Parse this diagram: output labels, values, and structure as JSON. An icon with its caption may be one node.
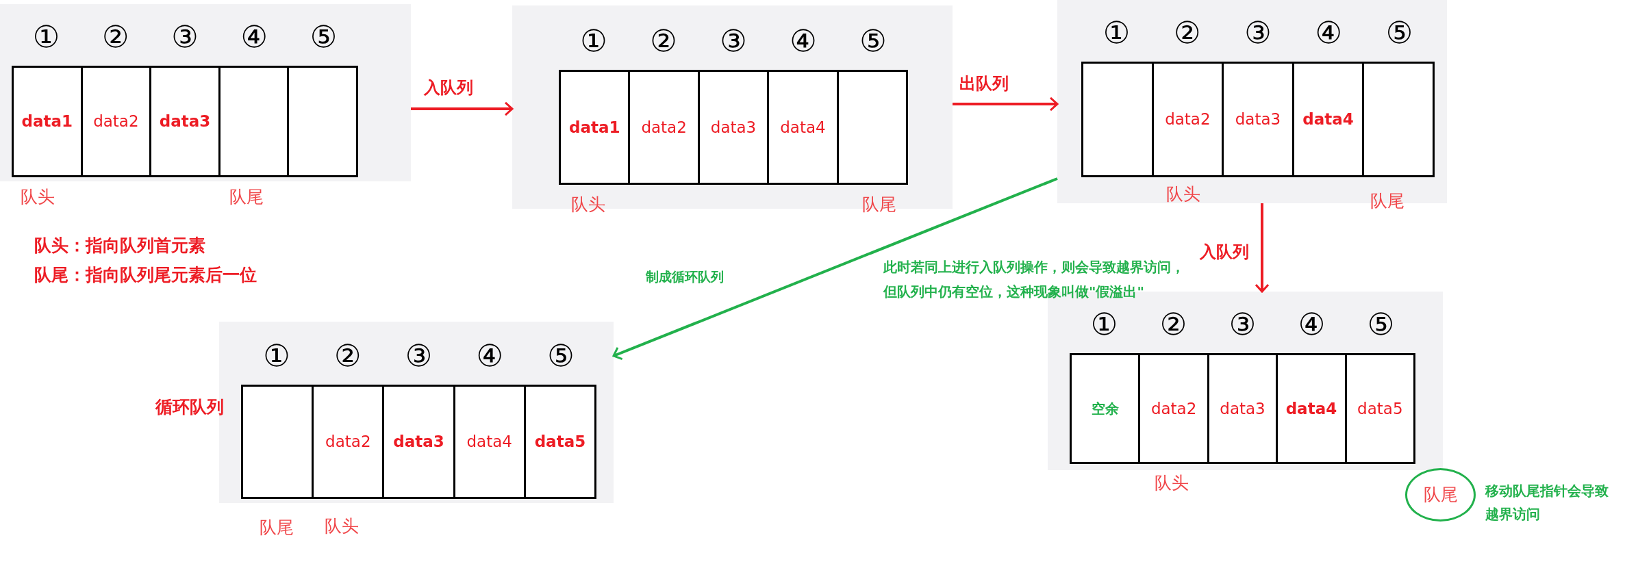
{
  "diagram": {
    "nodes": [
      {
        "text": [],
        "shape": "box"
      },
      {
        "text": [
          "data1"
        ],
        "in": 0
      },
      {
        "text": [
          "data2"
        ],
        "in": 0
      },
      {
        "text": [
          "data3"
        ],
        "in": 0
      },
      {
        "text": [],
        "shape": "box",
        "in": 0
      },
      {
        "text": [],
        "shape": "box",
        "in": 0
      },
      {
        "text": [],
        "shape": "box"
      },
      {
        "text": [
          "data1"
        ],
        "in": 6
      },
      {
        "text": [
          "data2"
        ],
        "in": 6
      },
      {
        "text": [
          "data3"
        ],
        "in": 6
      },
      {
        "text": [
          "data4"
        ],
        "in": 6
      },
      {
        "text": [],
        "shape": "box",
        "in": 6
      },
      {
        "text": [],
        "shape": "box"
      },
      {
        "text": [],
        "shape": "box",
        "in": 12
      },
      {
        "text": [
          "data2"
        ],
        "in": 12
      },
      {
        "text": [
          "data3"
        ],
        "in": 12
      },
      {
        "text": [
          "data4"
        ],
        "in": 12
      },
      {
        "text": [],
        "shape": "box",
        "in": 12
      },
      {
        "text": [],
        "shape": "box"
      },
      {
        "text": [
          "空余"
        ],
        "in": 18
      },
      {
        "text": [
          "data2"
        ],
        "in": 18
      },
      {
        "text": [
          "data3"
        ],
        "in": 18
      },
      {
        "text": [
          "data4"
        ],
        "in": 18
      },
      {
        "text": [
          "data5"
        ],
        "in": 18
      },
      {
        "text": [],
        "shape": "box"
      },
      {
        "text": [],
        "shape": "box",
        "in": 24
      },
      {
        "text": [
          "data2"
        ],
        "in": 24
      },
      {
        "text": [
          "data3"
        ],
        "in": 24
      },
      {
        "text": [
          "data4"
        ],
        "in": 24
      },
      {
        "text": [
          "data5"
        ],
        "in": 24
      },
      {
        "text": [
          "队尾"
        ],
        "beside": [
          "移动队尾指针会导致越界访问"
        ]
      }
    ],
    "edges": [
      {
        "from": 0,
        "to": 6,
        "arrow": "to",
        "label": "入队列"
      },
      {
        "from": 6,
        "to": 12,
        "arrow": "to",
        "label": "出队列"
      },
      {
        "from": 12,
        "to": 18,
        "arrow": "to",
        "label": "入队列"
      },
      {
        "from": 12,
        "to": 24,
        "arrow": "to",
        "label": "制成循环队列",
        "color": "#22b14c"
      }
    ],
    "labels": [
      "①",
      "②",
      "③",
      "④",
      "⑤",
      "队头",
      "队尾",
      "①",
      "②",
      "③",
      "④",
      "⑤",
      "队头",
      "队尾",
      "①",
      "②",
      "③",
      "④",
      "⑤",
      "队头",
      "队尾",
      "队头：指向队列首元素",
      "队尾：指向队列尾元素后一位",
      "此时若同上进行入队列操作，则会导致越界访问，但队列中仍有空位，这种现象叫做\"假溢出\"",
      "循环队列",
      "①",
      "②",
      "③",
      "④",
      "⑤",
      "队头",
      "①",
      "②",
      "③",
      "④",
      "⑤",
      "队尾",
      "队头"
    ]
  }
}
